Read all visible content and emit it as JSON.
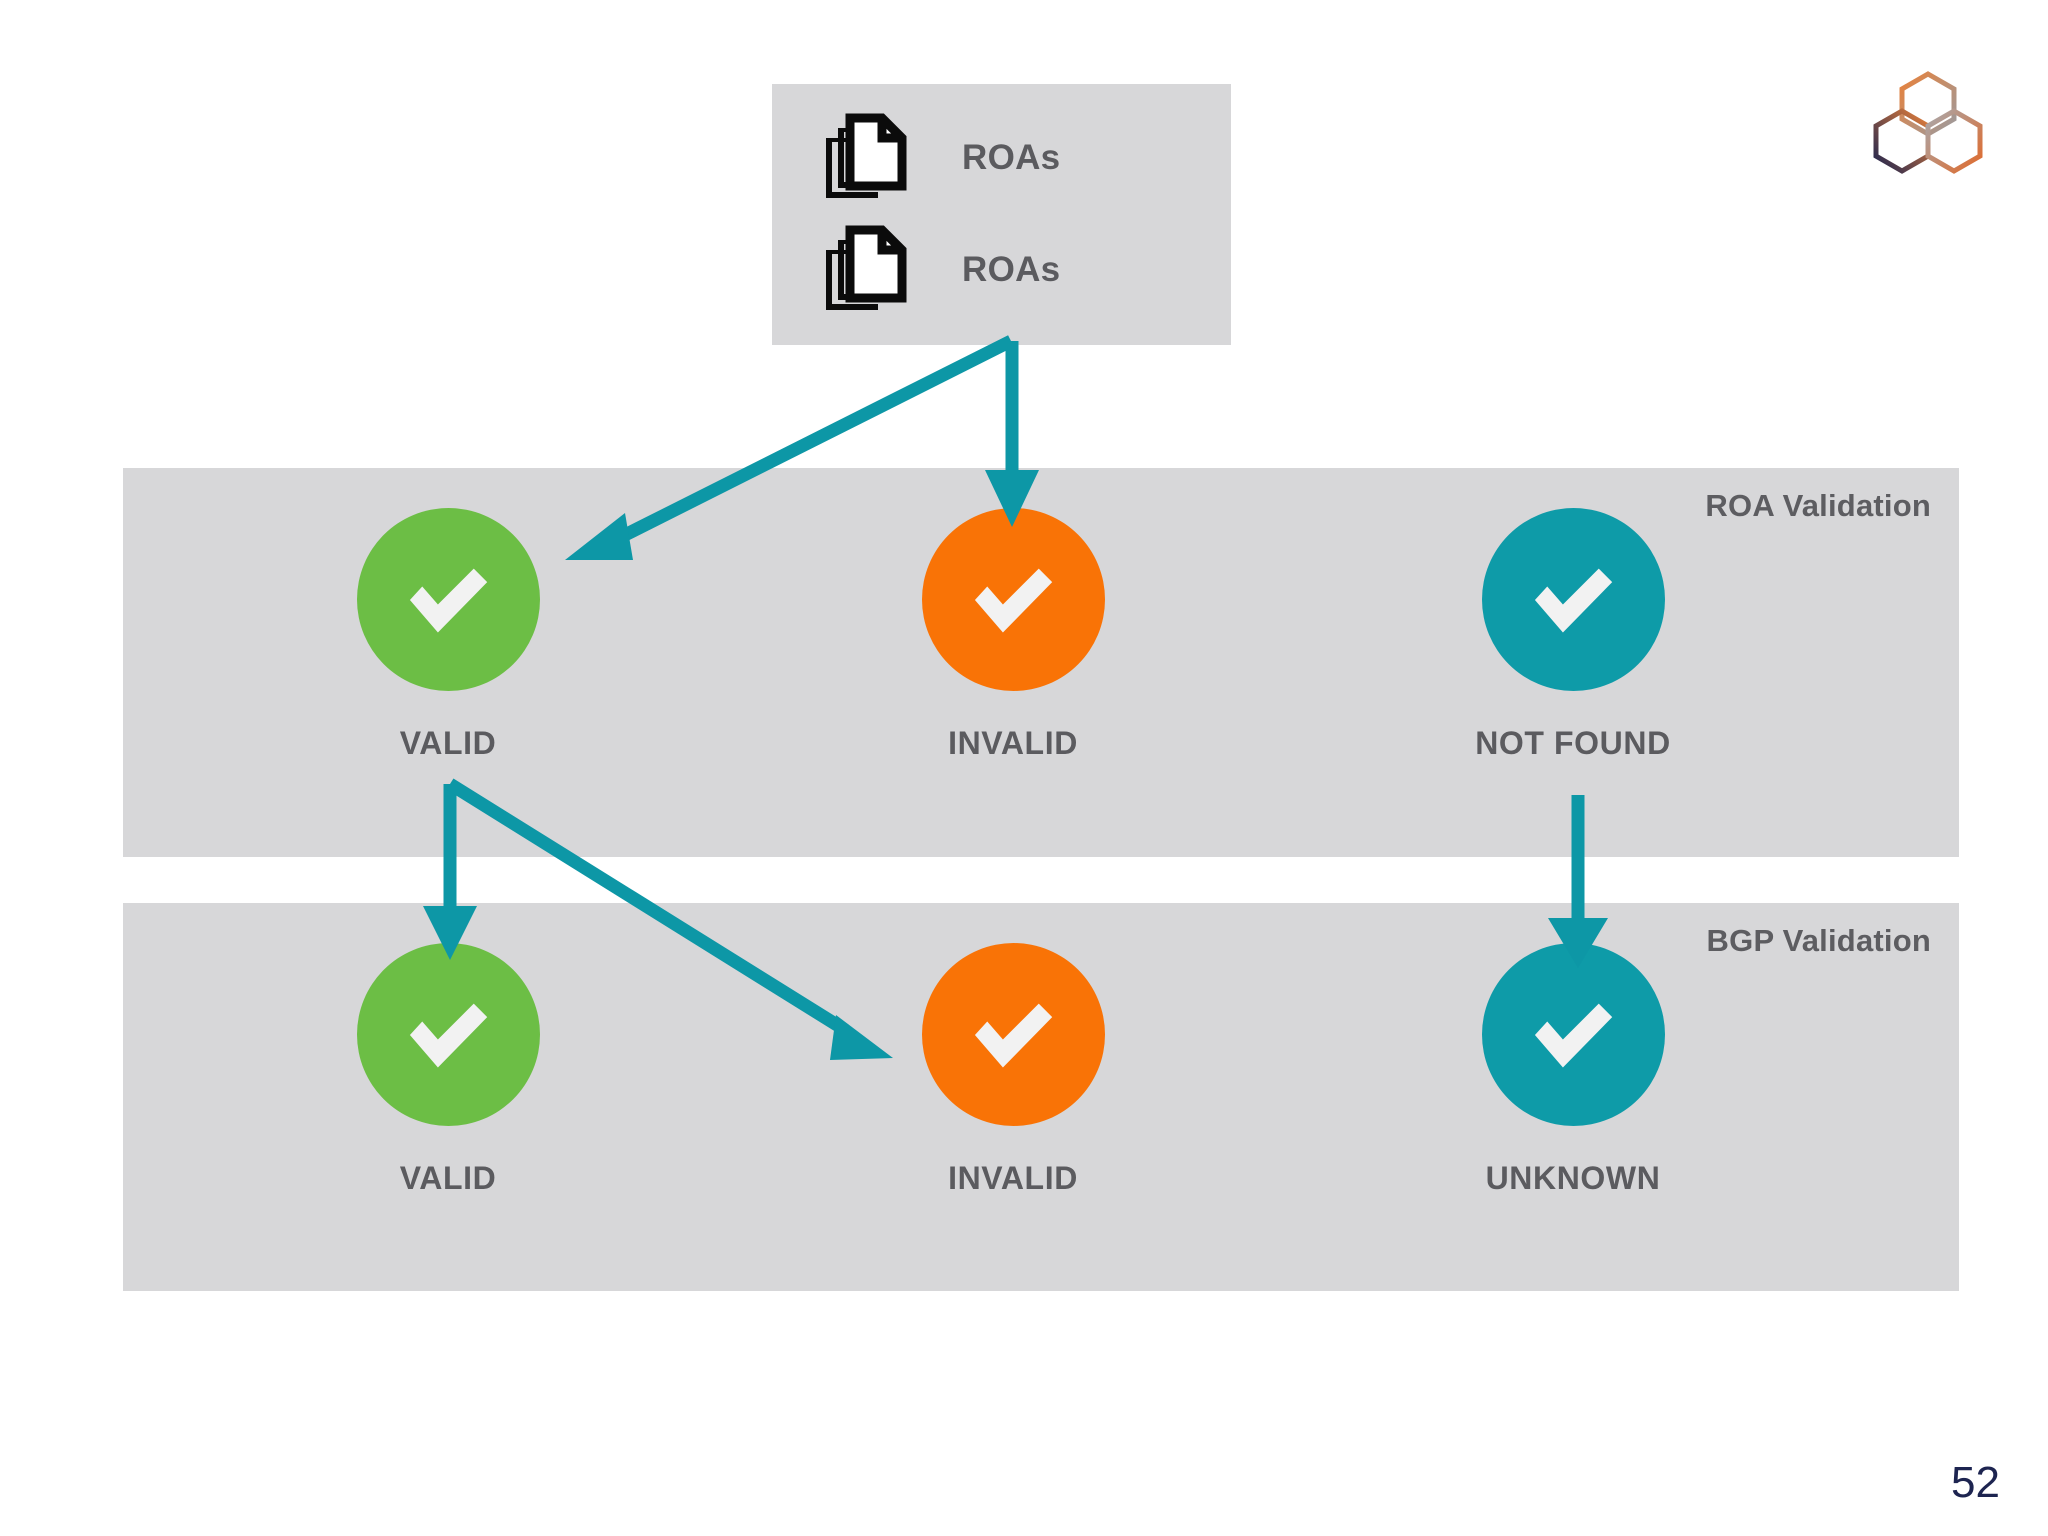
{
  "slide": {
    "page_number": "52",
    "background_color": "#ffffff",
    "panel_color": "#d7d7d9",
    "arrow_color": "#0d97a6",
    "label_color": "#5b5b5f",
    "page_number_color": "#1d2450"
  },
  "source_box": {
    "name": "roa-source-box",
    "items": [
      {
        "icon": "documents-stack-icon",
        "label": "ROAs"
      },
      {
        "icon": "documents-stack-icon",
        "label": "ROAs"
      }
    ]
  },
  "rows": [
    {
      "id": "roa-validation",
      "title": "ROA Validation",
      "states": [
        {
          "label": "VALID",
          "color": "#6cbe45",
          "icon": "check-icon"
        },
        {
          "label": "INVALID",
          "color": "#f97306",
          "icon": "check-icon"
        },
        {
          "label": "NOT FOUND",
          "color": "#0e9ba8",
          "icon": "check-icon"
        }
      ]
    },
    {
      "id": "bgp-validation",
      "title": "BGP Validation",
      "states": [
        {
          "label": "VALID",
          "color": "#6cbe45",
          "icon": "check-icon"
        },
        {
          "label": "INVALID",
          "color": "#f97306",
          "icon": "check-icon"
        },
        {
          "label": "UNKNOWN",
          "color": "#0e9ba8",
          "icon": "check-icon"
        }
      ]
    }
  ],
  "arrows": [
    {
      "name": "arrow-source-to-roa-valid",
      "from": "roa-source-box",
      "to": "roa-validation-valid"
    },
    {
      "name": "arrow-source-to-roa-invalid",
      "from": "roa-source-box",
      "to": "roa-validation-invalid"
    },
    {
      "name": "arrow-roa-valid-to-bgp-valid",
      "from": "roa-validation-valid",
      "to": "bgp-validation-valid"
    },
    {
      "name": "arrow-roa-valid-to-bgp-invalid",
      "from": "roa-validation-valid",
      "to": "bgp-validation-invalid"
    },
    {
      "name": "arrow-roa-notfound-to-bgp-unknown",
      "from": "roa-validation-not-found",
      "to": "bgp-validation-unknown"
    }
  ],
  "logo": {
    "name": "hexagon-logo",
    "colors": [
      "#e8813a",
      "#a8a8ac",
      "#1d2450",
      "#e06a2b"
    ]
  }
}
